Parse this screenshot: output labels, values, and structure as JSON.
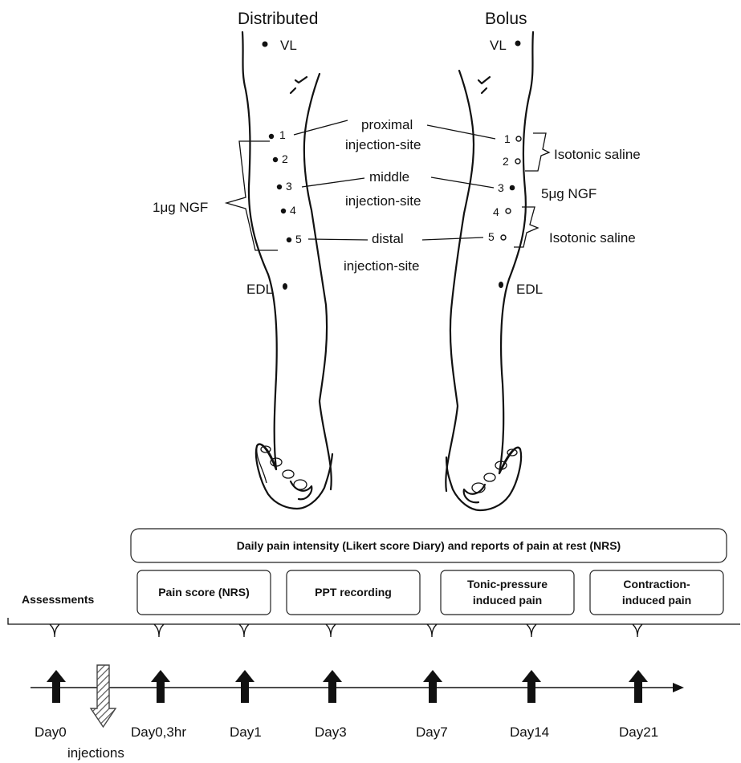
{
  "legs": {
    "left_title": "Distributed",
    "right_title": "Bolus",
    "vl_left": "VL",
    "vl_right": "VL",
    "edl_left": "EDL",
    "edl_right": "EDL",
    "site_numbers": [
      "1",
      "2",
      "3",
      "4",
      "5"
    ],
    "left_dose": "1μg NGF",
    "right_dose": "5μg NGF",
    "saline_upper": "Isotonic saline",
    "saline_lower": "Isotonic saline",
    "sites": {
      "proximal_1": "proximal",
      "proximal_2": "injection-site",
      "middle_1": "middle",
      "middle_2": "injection-site",
      "distal_1": "distal",
      "distal_2": "injection-site"
    }
  },
  "timeline": {
    "top_box": "Daily pain intensity (Likert score Diary) and reports of pain at rest (NRS)",
    "assessments_label": "Assessments",
    "assessment_boxes": [
      {
        "line1": "Pain score (NRS)",
        "line2": ""
      },
      {
        "line1": "PPT recording",
        "line2": ""
      },
      {
        "line1": "Tonic-pressure",
        "line2": "induced pain"
      },
      {
        "line1": "Contraction-",
        "line2": "induced pain"
      }
    ],
    "days": [
      "Day0",
      "Day0,3hr",
      "Day1",
      "Day3",
      "Day7",
      "Day14",
      "Day21"
    ],
    "injections_label": "injections"
  }
}
